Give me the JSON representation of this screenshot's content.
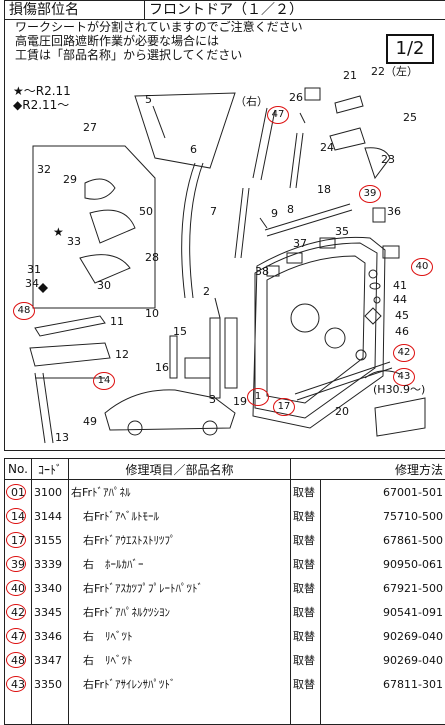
{
  "header": {
    "label": "損傷部位名",
    "value": "フロントドア（１／２）"
  },
  "notes": [
    "ワークシートが分割されていますのでご注意ください",
    "高電圧回路遮断作業が必要な場合には",
    "工賃は「部品名称」から選択してください"
  ],
  "page_indicator": "1/2",
  "symbols": [
    "★～R2.11",
    "◆R2.11～"
  ],
  "side_label": "（右）",
  "variant_note": "(H30.9～)",
  "callouts": {
    "c2": "2",
    "c3": "3",
    "c5": "5",
    "c6": "6",
    "c7": "7",
    "c8": "8",
    "c9": "9",
    "c10": "10",
    "c11": "11",
    "c12": "12",
    "c13": "13",
    "c15": "15",
    "c16": "16",
    "c18": "18",
    "c19": "19",
    "c20": "20",
    "c21": "21",
    "c22": "22（左）",
    "c23": "23",
    "c24": "24",
    "c25": "25",
    "c26": "26",
    "c27": "27",
    "c28": "28",
    "c29": "29",
    "c30": "30",
    "c31": "31",
    "c32": "32",
    "c33": "33",
    "c34": "34",
    "c35": "35",
    "c36": "36",
    "c37": "37",
    "c38": "38",
    "c41": "41",
    "c44": "44",
    "c45": "45",
    "c46": "46",
    "c49": "49",
    "c50": "50",
    "r1": "1",
    "r14": "14",
    "r17": "17",
    "r39": "39",
    "r40": "40",
    "r42": "42",
    "r43": "43",
    "r47": "47",
    "r48": "48"
  },
  "table": {
    "headers": {
      "no": "No.",
      "code": "ｺｰﾄﾞ",
      "name": "修理項目／部品名称",
      "method": "修理方法"
    },
    "rows": [
      {
        "no": "01",
        "code": "3100",
        "name": "右Frﾄﾞｱﾊﾟﾈﾙ",
        "method": "取替",
        "part": "67001-501"
      },
      {
        "no": "14",
        "code": "3144",
        "name": "右Frﾄﾞｱﾍﾞﾙﾄﾓｰﾙ",
        "method": "取替",
        "part": "75710-500"
      },
      {
        "no": "17",
        "code": "3155",
        "name": "右Frﾄﾞｱｳｴｽﾄｽﾄﾘﾂﾌﾟ",
        "method": "取替",
        "part": "67861-500"
      },
      {
        "no": "39",
        "code": "3339",
        "name": "右　ﾎｰﾙｶﾊﾞｰ",
        "method": "取替",
        "part": "90950-061"
      },
      {
        "no": "40",
        "code": "3340",
        "name": "右Frﾄﾞｱｽｶﾂﾌﾟﾌﾟﾚｰﾄﾊﾟﾂﾄﾞ",
        "method": "取替",
        "part": "67921-500"
      },
      {
        "no": "42",
        "code": "3345",
        "name": "右Frﾄﾞｱﾊﾟﾈﾙｸﾂｼﾖﾝ",
        "method": "取替",
        "part": "90541-091"
      },
      {
        "no": "47",
        "code": "3346",
        "name": "右　ﾘﾍﾞﾂﾄ",
        "method": "取替",
        "part": "90269-040"
      },
      {
        "no": "48",
        "code": "3347",
        "name": "右　ﾘﾍﾞﾂﾄ",
        "method": "取替",
        "part": "90269-040"
      },
      {
        "no": "43",
        "code": "3350",
        "name": "右Frﾄﾞｱｻｲﾚﾝｻﾊﾟﾂﾄﾞ",
        "method": "取替",
        "part": "67811-301"
      }
    ]
  }
}
